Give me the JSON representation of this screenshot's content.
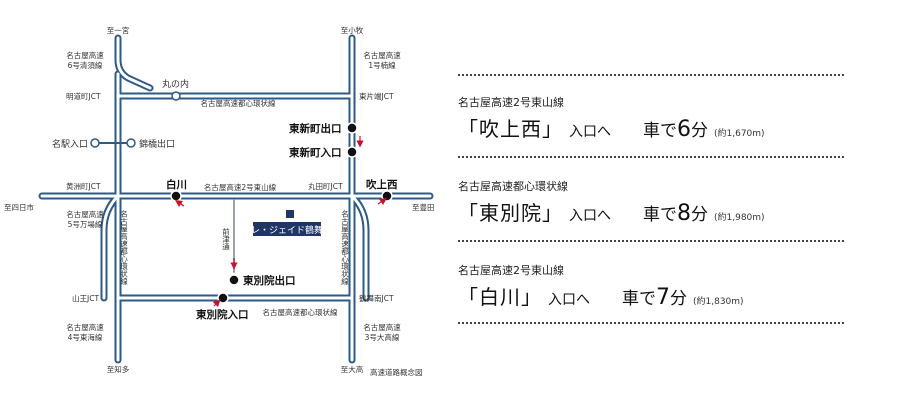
{
  "map": {
    "top_labels": {
      "ichinomiya": "至一宮",
      "komaki": "至小牧"
    },
    "bottom_labels": {
      "chita": "至知多",
      "odaka": "至大高"
    },
    "side_labels": {
      "miyatoshi": "至四日市",
      "toyota": "至豊田"
    },
    "expressway_labels": {
      "r6": "名古屋高速\n6号清須線",
      "r1": "名古屋高速\n1号楠線",
      "r5": "名古屋高速\n5号万場線",
      "r4": "名古屋高速\n4号東海線",
      "r3": "名古屋高速\n3号大高線",
      "loop_top": "名古屋高速都心環状線",
      "loop_left": "名古屋高速都心環状線",
      "loop_right": "名古屋高速都心環状線",
      "loop_bottom": "名古屋高速都心環状線",
      "r2": "名古屋高速2号東山線"
    },
    "jct_labels": {
      "meiji": "明道町JCT",
      "higashikataha": "東片端JCT",
      "kokuzu": "黄洲町JCT",
      "marutamachi": "丸田町JCT",
      "sanno": "山王JCT",
      "tsurumai": "鶴舞南JCT"
    },
    "exit_labels": {
      "marunouchi": "丸の内",
      "meieki": "名駅入口",
      "nishiki": "錦橋出口",
      "higashishinmachi_exit": "東新町出口",
      "higashishinmachi_entrance": "東新町入口",
      "shirakawa": "白川",
      "fukiage_nishi": "吹上西",
      "higashibetsuin_exit": "東別院出口",
      "higashibetsuin_entrance": "東別院入口"
    },
    "road_label": "前津通",
    "property_label": "レ・ジェイド鶴舞",
    "caption": "高速道路概念図",
    "colors": {
      "road": "#2d5a87",
      "road_inner": "#ffffff",
      "property": "#1f3566",
      "arrow": "#c8102e"
    }
  },
  "routes": [
    {
      "line": "名古屋高速2号東山線",
      "entrance": "「吹上西」",
      "suffix": "入口へ",
      "car_prefix": "車で",
      "minutes": "6",
      "unit": "分",
      "distance": "(約1,670m)"
    },
    {
      "line": "名古屋高速都心環状線",
      "entrance": "「東別院」",
      "suffix": "入口へ",
      "car_prefix": "車で",
      "minutes": "8",
      "unit": "分",
      "distance": "(約1,980m)"
    },
    {
      "line": "名古屋高速2号東山線",
      "entrance": "「白川」",
      "suffix": "入口へ",
      "car_prefix": "車で",
      "minutes": "7",
      "unit": "分",
      "distance": "(約1,830m)"
    }
  ]
}
